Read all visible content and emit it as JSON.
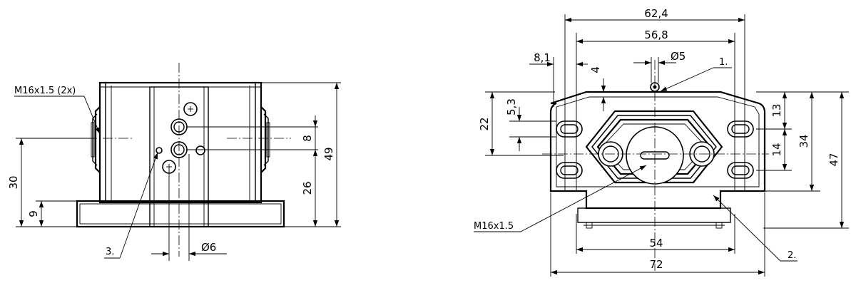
{
  "side_view": {
    "thread_label": "M16x1.5 (2x)",
    "dim_30": "30",
    "dim_9": "9",
    "dim_8": "8",
    "dim_49": "49",
    "dim_26": "26",
    "dim_phi6": "Ø6",
    "callout_3": "3."
  },
  "front_view": {
    "dim_62_4": "62,4",
    "dim_56_8": "56,8",
    "dim_8_1": "8,1",
    "dim_4": "4",
    "dim_phi5": "Ø5",
    "callout_1": "1.",
    "dim_22": "22",
    "dim_5_3": "5,3",
    "dim_13": "13",
    "dim_14": "14",
    "dim_34": "34",
    "dim_47": "47",
    "thread_label": "M16x1.5",
    "dim_54": "54",
    "callout_2": "2.",
    "dim_72": "72"
  }
}
